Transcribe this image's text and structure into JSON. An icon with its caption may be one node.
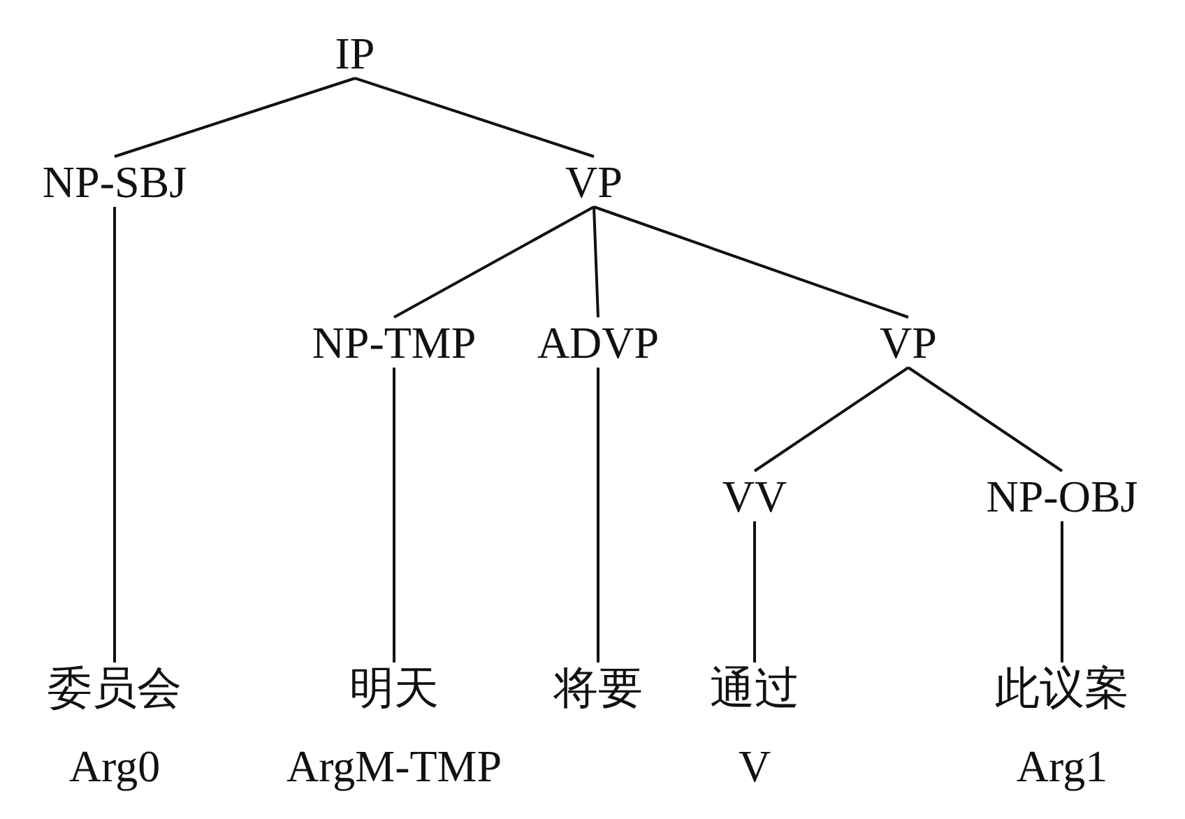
{
  "diagram": {
    "nodes": [
      {
        "text": [
          "IP"
        ]
      },
      {
        "text": [
          "NP-SBJ"
        ]
      },
      {
        "text": [
          "VP"
        ]
      },
      {
        "text": [
          "NP-TMP"
        ]
      },
      {
        "text": [
          "ADVP"
        ]
      },
      {
        "text": [
          "VP"
        ]
      },
      {
        "text": [
          "VV"
        ]
      },
      {
        "text": [
          "NP-OBJ"
        ]
      },
      {
        "text": [
          "委员会"
        ],
        "beside": [
          "Arg0"
        ]
      },
      {
        "text": [
          "明天"
        ],
        "beside": [
          "ArgM-TMP"
        ]
      },
      {
        "text": [
          "将要"
        ]
      },
      {
        "text": [
          "通过"
        ],
        "beside": [
          "V"
        ]
      },
      {
        "text": [
          "此议案"
        ],
        "beside": [
          "Arg1"
        ]
      }
    ],
    "edges": [
      {
        "from": 0,
        "to": 1,
        "arrow": "none"
      },
      {
        "from": 0,
        "to": 2,
        "arrow": "none"
      },
      {
        "from": 1,
        "to": 8,
        "arrow": "none"
      },
      {
        "from": 2,
        "to": 3,
        "arrow": "none"
      },
      {
        "from": 2,
        "to": 4,
        "arrow": "none"
      },
      {
        "from": 2,
        "to": 5,
        "arrow": "none"
      },
      {
        "from": 3,
        "to": 9,
        "arrow": "none"
      },
      {
        "from": 4,
        "to": 10,
        "arrow": "none"
      },
      {
        "from": 5,
        "to": 6,
        "arrow": "none"
      },
      {
        "from": 5,
        "to": 7,
        "arrow": "none"
      },
      {
        "from": 6,
        "to": 11,
        "arrow": "none"
      },
      {
        "from": 7,
        "to": 12,
        "arrow": "none"
      }
    ]
  }
}
